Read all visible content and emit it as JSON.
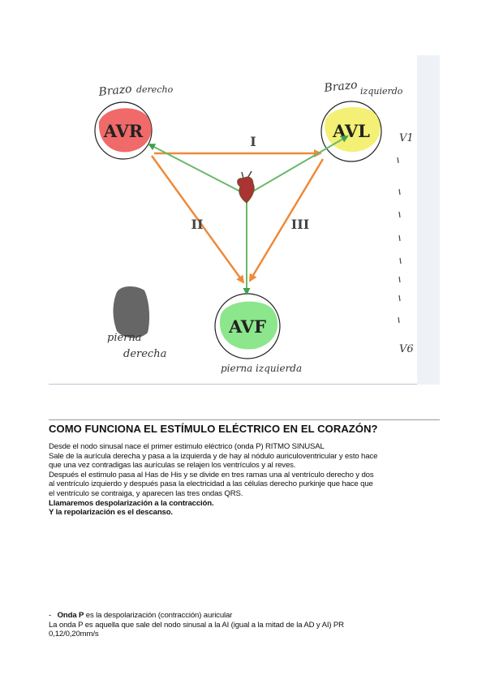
{
  "figure": {
    "nodes": {
      "avr": "AVR",
      "avl": "AVL",
      "avf": "AVF"
    },
    "leads": {
      "i": "I",
      "ii": "II",
      "iii": "III"
    },
    "handwritten": {
      "right_arm_1": "Brazo",
      "right_arm_2": "derecho",
      "left_arm_1": "Brazo",
      "left_arm_2": "izquierdo",
      "right_leg_1": "pierna",
      "right_leg_2": "derecha",
      "left_leg": "pierna izquierda",
      "v1": "V1",
      "v6": "V6"
    },
    "colors": {
      "avr": "#ee5a5a",
      "avl": "#f2ef6e",
      "avf": "#7fe37f",
      "orange_arrow": "#ee8a3a",
      "green_arrow": "#6bb86b"
    }
  },
  "section": {
    "heading": "COMO FUNCIONA EL ESTÍMULO ELÉCTRICO EN EL CORAZÓN?",
    "lines": [
      "Desde el nodo sinusal nace el primer estimulo eléctrico (onda P) RITMO SINUSAL",
      "Sale de la aurícula derecha y pasa a la izquierda y de hay al nódulo auriculoventricular y esto hace",
      "que una vez contradigas las aurículas se relajen los ventrículos y al reves.",
      "Después el estimulo pasa al Has de His y se divide en tres ramas una al ventrículo derecho y dos",
      "al ventrículo izquierdo y después pasa la electricidad a las células derecho purkinje que hace que",
      "el ventrículo se contraiga, y aparecen las tres ondas QRS."
    ],
    "bold_lines": [
      "Llamaremos despolarización a la contracción.",
      "Y la repolarización es el descanso."
    ]
  },
  "onda_p": {
    "bullet": "-",
    "term": "Onda P",
    "definition": " es la despolarización (contracción) auricular",
    "line2": "La onda P es aquella que sale del nodo sinusal a la AI (igual a la mitad de la AD y AI) PR",
    "line3": "0,12/0,20mm/s"
  }
}
